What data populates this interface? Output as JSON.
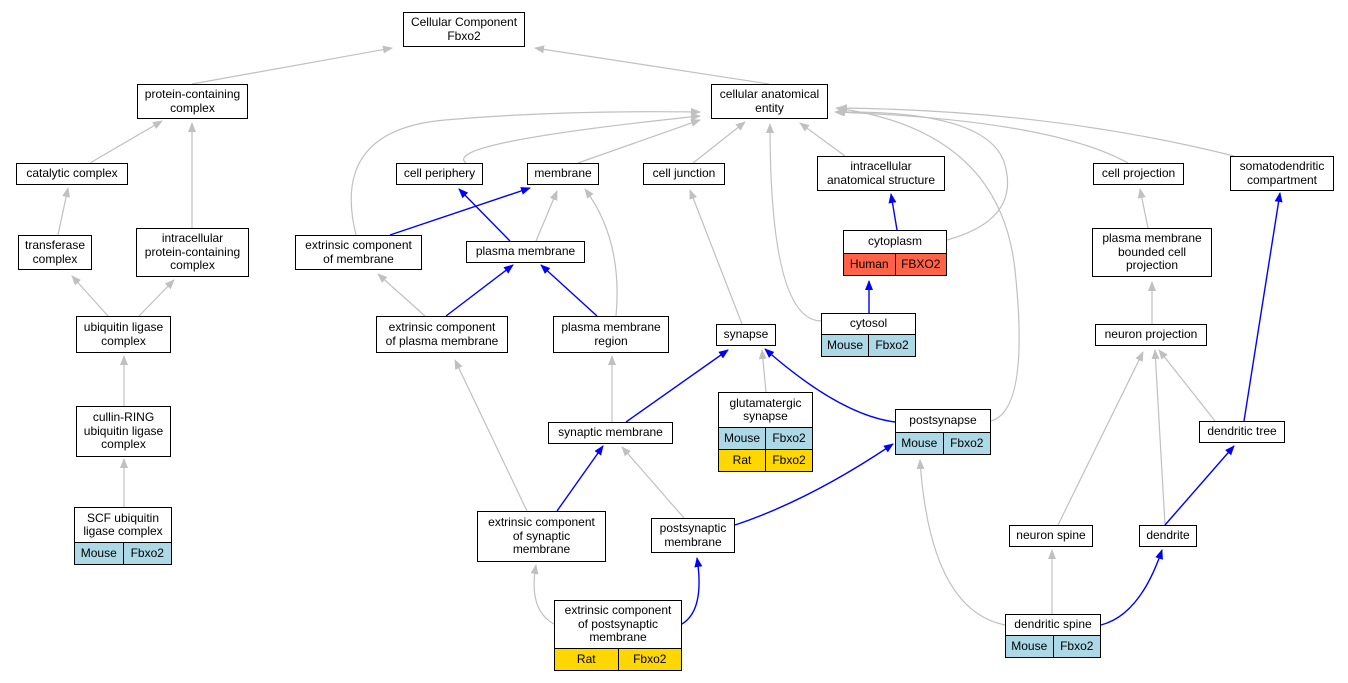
{
  "colors": {
    "edge_default": "#c0c0c0",
    "edge_highlight": "#0000ff",
    "mouse": "#add8e6",
    "rat": "#ffd700",
    "human": "#ff6347"
  },
  "nodes": [
    {
      "id": "cc",
      "label": "Cellular Component\nFbxo2"
    },
    {
      "id": "pcc",
      "label": "protein-containing\ncomplex"
    },
    {
      "id": "cae",
      "label": "cellular anatomical\nentity"
    },
    {
      "id": "cat",
      "label": "catalytic complex"
    },
    {
      "id": "cper",
      "label": "cell periphery"
    },
    {
      "id": "mem",
      "label": "membrane"
    },
    {
      "id": "cj",
      "label": "cell junction"
    },
    {
      "id": "ias",
      "label": "intracellular\nanatomical structure"
    },
    {
      "id": "cproj",
      "label": "cell projection"
    },
    {
      "id": "sdc",
      "label": "somatodendritic\ncompartment"
    },
    {
      "id": "tc",
      "label": "transferase\ncomplex"
    },
    {
      "id": "ipcc",
      "label": "intracellular\nprotein-containing\ncomplex"
    },
    {
      "id": "ecm",
      "label": "extrinsic component\nof membrane"
    },
    {
      "id": "pm",
      "label": "plasma membrane"
    },
    {
      "id": "cyto",
      "label": "cytoplasm",
      "annotations": [
        {
          "species": "Human",
          "gene": "FBXO2",
          "color_key": "human"
        }
      ]
    },
    {
      "id": "pmbcp",
      "label": "plasma membrane\nbounded cell\nprojection"
    },
    {
      "id": "ulc",
      "label": "ubiquitin ligase\ncomplex"
    },
    {
      "id": "ecpm",
      "label": "extrinsic component\nof plasma membrane"
    },
    {
      "id": "pmr",
      "label": "plasma membrane\nregion"
    },
    {
      "id": "syn",
      "label": "synapse"
    },
    {
      "id": "cytosol",
      "label": "cytosol",
      "annotations": [
        {
          "species": "Mouse",
          "gene": "Fbxo2",
          "color_key": "mouse"
        }
      ]
    },
    {
      "id": "np",
      "label": "neuron projection"
    },
    {
      "id": "crl",
      "label": "cullin-RING\nubiquitin ligase\ncomplex"
    },
    {
      "id": "gsyn",
      "label": "glutamatergic\nsynapse",
      "annotations": [
        {
          "species": "Mouse",
          "gene": "Fbxo2",
          "color_key": "mouse"
        },
        {
          "species": "Rat",
          "gene": "Fbxo2",
          "color_key": "rat"
        }
      ]
    },
    {
      "id": "synm",
      "label": "synaptic membrane"
    },
    {
      "id": "ps",
      "label": "postsynapse",
      "annotations": [
        {
          "species": "Mouse",
          "gene": "Fbxo2",
          "color_key": "mouse"
        }
      ]
    },
    {
      "id": "dt",
      "label": "dendritic tree"
    },
    {
      "id": "scf",
      "label": "SCF ubiquitin\nligase complex",
      "annotations": [
        {
          "species": "Mouse",
          "gene": "Fbxo2",
          "color_key": "mouse"
        }
      ]
    },
    {
      "id": "ecsm",
      "label": "extrinsic component\nof synaptic\nmembrane"
    },
    {
      "id": "psm",
      "label": "postsynaptic\nmembrane"
    },
    {
      "id": "ns",
      "label": "neuron spine"
    },
    {
      "id": "den",
      "label": "dendrite"
    },
    {
      "id": "ecpsm",
      "label": "extrinsic component\nof postsynaptic\nmembrane",
      "annotations": [
        {
          "species": "Rat",
          "gene": "Fbxo2",
          "color_key": "rat"
        }
      ]
    },
    {
      "id": "ds",
      "label": "dendritic spine",
      "annotations": [
        {
          "species": "Mouse",
          "gene": "Fbxo2",
          "color_key": "mouse"
        }
      ]
    }
  ],
  "edges": [
    {
      "from": "pcc",
      "to": "cc",
      "highlight": false
    },
    {
      "from": "cae",
      "to": "cc",
      "highlight": false
    },
    {
      "from": "cat",
      "to": "pcc",
      "highlight": false
    },
    {
      "from": "ipcc",
      "to": "pcc",
      "highlight": false
    },
    {
      "from": "tc",
      "to": "cat",
      "highlight": false
    },
    {
      "from": "ulc",
      "to": "tc",
      "highlight": false
    },
    {
      "from": "ulc",
      "to": "ipcc",
      "highlight": false
    },
    {
      "from": "crl",
      "to": "ulc",
      "highlight": false
    },
    {
      "from": "scf",
      "to": "crl",
      "highlight": false
    },
    {
      "from": "cper",
      "to": "cae",
      "highlight": false
    },
    {
      "from": "mem",
      "to": "cae",
      "highlight": false
    },
    {
      "from": "cj",
      "to": "cae",
      "highlight": false
    },
    {
      "from": "ias",
      "to": "cae",
      "highlight": false
    },
    {
      "from": "cproj",
      "to": "cae",
      "highlight": false
    },
    {
      "from": "sdc",
      "to": "cae",
      "highlight": false
    },
    {
      "from": "ecm",
      "to": "cae",
      "highlight": false
    },
    {
      "from": "cyto",
      "to": "cae",
      "highlight": false
    },
    {
      "from": "cytosol",
      "to": "cae",
      "highlight": false
    },
    {
      "from": "ps",
      "to": "cae",
      "highlight": false
    },
    {
      "from": "ecm",
      "to": "mem",
      "highlight": true
    },
    {
      "from": "pm",
      "to": "cper",
      "highlight": true
    },
    {
      "from": "pm",
      "to": "mem",
      "highlight": false
    },
    {
      "from": "pmr",
      "to": "mem",
      "highlight": false
    },
    {
      "from": "cyto",
      "to": "ias",
      "highlight": true
    },
    {
      "from": "cytosol",
      "to": "cyto",
      "highlight": true
    },
    {
      "from": "pmbcp",
      "to": "cproj",
      "highlight": false
    },
    {
      "from": "np",
      "to": "pmbcp",
      "highlight": false
    },
    {
      "from": "ecpm",
      "to": "ecm",
      "highlight": false
    },
    {
      "from": "ecpm",
      "to": "pm",
      "highlight": true
    },
    {
      "from": "pmr",
      "to": "pm",
      "highlight": true
    },
    {
      "from": "syn",
      "to": "cj",
      "highlight": false
    },
    {
      "from": "gsyn",
      "to": "syn",
      "highlight": false
    },
    {
      "from": "synm",
      "to": "syn",
      "highlight": true
    },
    {
      "from": "ps",
      "to": "syn",
      "highlight": true
    },
    {
      "from": "synm",
      "to": "pmr",
      "highlight": false
    },
    {
      "from": "ecsm",
      "to": "ecpm",
      "highlight": false
    },
    {
      "from": "ecsm",
      "to": "synm",
      "highlight": true
    },
    {
      "from": "psm",
      "to": "synm",
      "highlight": false
    },
    {
      "from": "psm",
      "to": "ps",
      "highlight": true
    },
    {
      "from": "ecpsm",
      "to": "ecsm",
      "highlight": false
    },
    {
      "from": "ecpsm",
      "to": "psm",
      "highlight": true
    },
    {
      "from": "dt",
      "to": "sdc",
      "highlight": true
    },
    {
      "from": "dt",
      "to": "np",
      "highlight": false
    },
    {
      "from": "ns",
      "to": "np",
      "highlight": false
    },
    {
      "from": "den",
      "to": "np",
      "highlight": false
    },
    {
      "from": "den",
      "to": "dt",
      "highlight": true
    },
    {
      "from": "ds",
      "to": "ns",
      "highlight": false
    },
    {
      "from": "ds",
      "to": "den",
      "highlight": true
    },
    {
      "from": "ds",
      "to": "ps",
      "highlight": false
    }
  ]
}
